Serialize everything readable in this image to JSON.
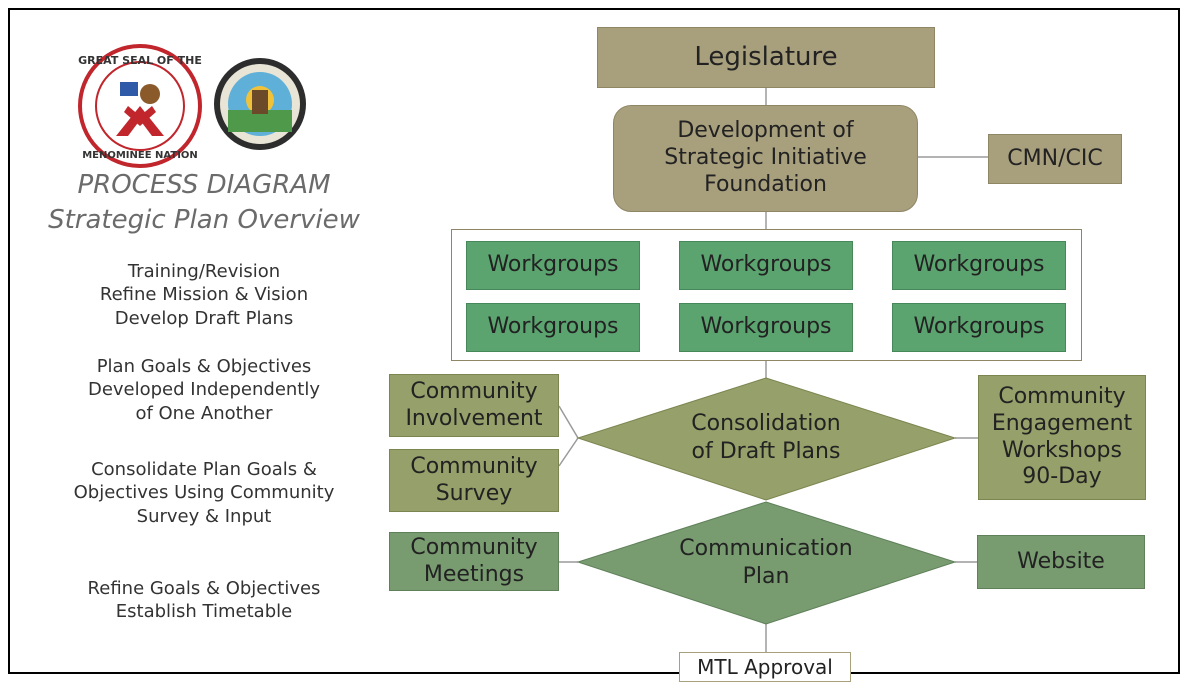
{
  "header": {
    "title_line1": "PROCESS DIAGRAM",
    "title_line2": "Strategic Plan Overview"
  },
  "steps": [
    "Training/Revision\nRefine Mission & Vision\nDevelop Draft Plans",
    "Plan Goals & Objectives\nDeveloped Independently\nof One Another",
    "Consolidate Plan Goals &\nObjectives Using Community\nSurvey & Input",
    "Refine Goals & Objectives\nEstablish Timetable"
  ],
  "seals": {
    "left_text": "GREAT SEAL OF THE MENOMINEE NATION"
  },
  "diagram": {
    "legislature": "Legislature",
    "development": "Development of\nStrategic Initiative\nFoundation",
    "cmn": "CMN/CIC",
    "workgroups": [
      "Workgroups",
      "Workgroups",
      "Workgroups",
      "Workgroups",
      "Workgroups",
      "Workgroups"
    ],
    "community_involvement": "Community\nInvolvement",
    "community_survey": "Community\nSurvey",
    "consolidation": "Consolidation\nof Draft Plans",
    "engagement": "Community\nEngagement\nWorkshops\n90-Day",
    "community_meetings": "Community\nMeetings",
    "communication": "Communication\nPlan",
    "website": "Website",
    "approval": "MTL Approval"
  },
  "colors": {
    "tan": "#a89f7d",
    "olive": "#95a06a",
    "sage": "#789b70",
    "green": "#5ba46f"
  }
}
